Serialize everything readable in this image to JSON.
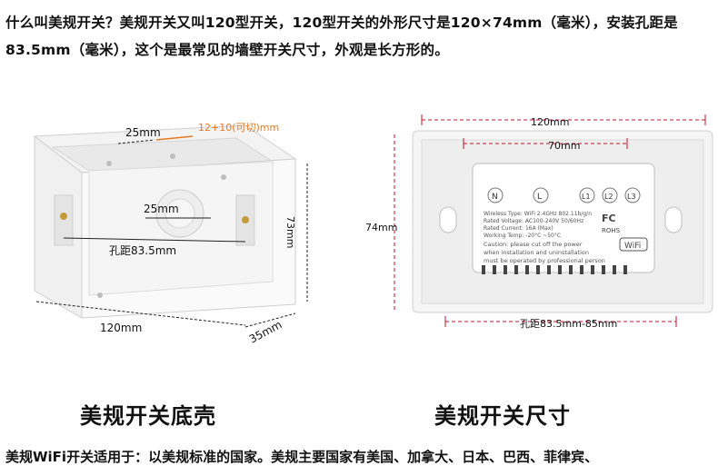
{
  "intro_text": "什么叫美规开关？美规开关又叫120型开关，120型开关的外形尺寸是120×74mm（毫米），安装孔距是83.5mm（毫米），这个是最常见的墙壁开关尺寸，外观是长方形的。",
  "left_figure": {
    "caption": "美规开关底壳",
    "dim_top": "25mm",
    "dim_cut": "12+10(可切)mm",
    "dim_center": "25mm",
    "dim_hole": "孔距83.5mm",
    "dim_height": "73mm",
    "dim_width": "120mm",
    "dim_depth": "35mm"
  },
  "right_figure": {
    "caption": "美规开关尺寸",
    "dim_width": "120mm",
    "dim_inner": "70mm",
    "dim_height": "74mm",
    "dim_hole": "孔距83.5mm-85mm",
    "terminals": [
      "N",
      "L",
      "L1",
      "L2",
      "L3"
    ],
    "label_lines": [
      "Wireless Type: WiFi 2.4GHz 802.11b/g/n",
      "Rated Voltage: AC100-240V 50/60Hz",
      "Rated Current: 16A (Max)",
      "Working Temp: -20°C ~50°C"
    ],
    "caution_lines": [
      "Caution: please cut off the power",
      "when installation and uninstallation",
      "must be operated by professional person"
    ],
    "cert_fc": "FC",
    "cert_rohs": "ROHS",
    "wifi_badge": "WiFi"
  },
  "bottom_text": "美规WiFi开关适用于：以美规标准的国家。美规主要国家有美国、加拿大、日本、巴西、菲律宾、",
  "colors": {
    "dim_line": "#c8102e",
    "dim_orange": "#e8781e",
    "text": "#111111"
  }
}
